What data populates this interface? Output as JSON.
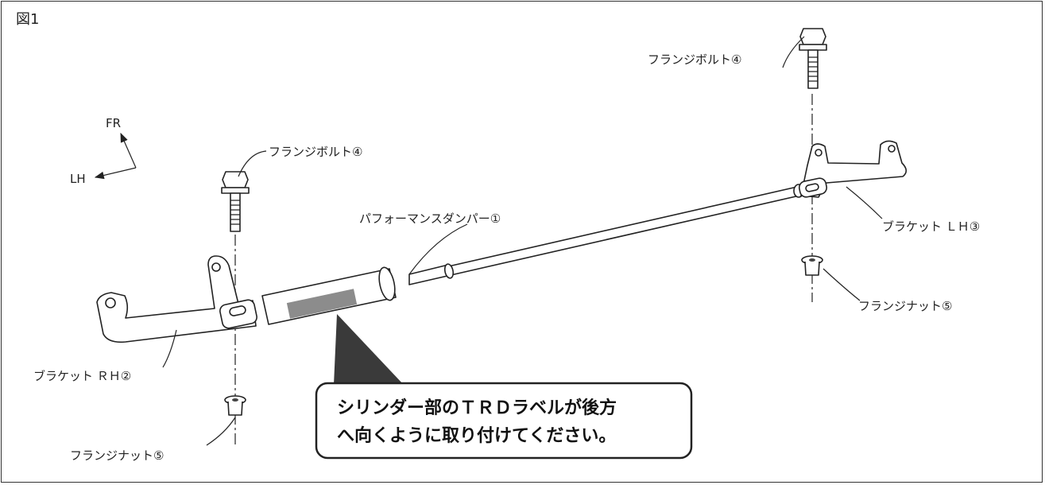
{
  "figure_label": "図1",
  "direction": {
    "forward": "FR",
    "left": "LH"
  },
  "labels": {
    "bolt_rh": "フランジボルト④",
    "bolt_lh": "フランジボルト④",
    "damper": "パフォーマンスダンパー①",
    "bracket_lh": "ブラケット ＬＨ③",
    "bracket_rh": "ブラケット ＲＨ②",
    "nut_rh": "フランジナット⑤",
    "nut_lh": "フランジナット⑤"
  },
  "callout": {
    "line1": "シリンダー部のＴＲＤラベルが後方",
    "line2": "へ向くように取り付けてください。"
  },
  "colors": {
    "label_band": "#8c8c8c",
    "callout_pointer": "#3a3a3a",
    "line": "#222222"
  }
}
